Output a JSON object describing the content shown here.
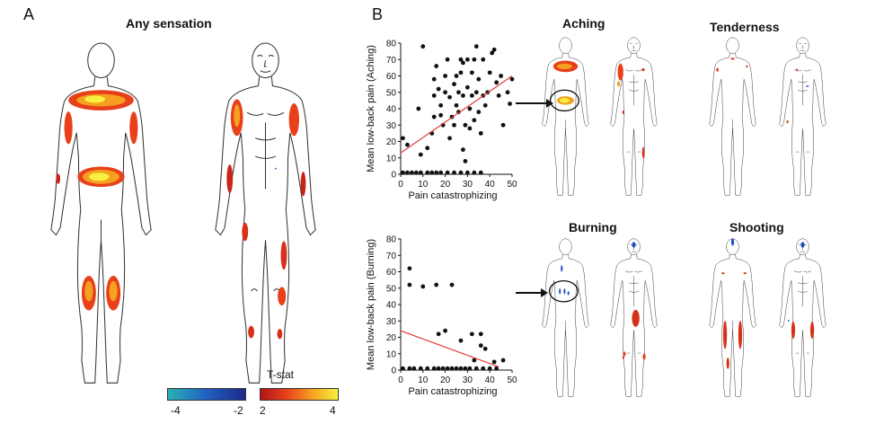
{
  "panel_a": {
    "letter": "A",
    "title": "Any sensation",
    "colorbar": {
      "title": "T-stat",
      "labels": [
        "-4",
        "-2",
        "2",
        "4"
      ],
      "neg_colors": [
        "#2ab0b5",
        "#2060c0",
        "#1d2a8a"
      ],
      "pos_colors": [
        "#b01515",
        "#e8401a",
        "#f5a020",
        "#f8f040"
      ]
    }
  },
  "panel_b": {
    "letter": "B",
    "maps": [
      {
        "title": "Aching"
      },
      {
        "title": "Tenderness"
      },
      {
        "title": "Burning"
      },
      {
        "title": "Shooting"
      }
    ]
  },
  "chart_data": [
    {
      "type": "scatter",
      "xlabel": "Pain catastrophizing",
      "ylabel": "Mean low-back pain (Aching)",
      "xlim": [
        0,
        50
      ],
      "ylim": [
        0,
        80
      ],
      "xticks": [
        0,
        10,
        20,
        30,
        40,
        50
      ],
      "yticks": [
        0,
        10,
        20,
        30,
        40,
        50,
        60,
        70,
        80
      ],
      "points": [
        [
          1,
          22
        ],
        [
          3,
          18
        ],
        [
          1,
          1
        ],
        [
          3,
          1
        ],
        [
          5,
          1
        ],
        [
          7,
          1
        ],
        [
          9,
          1
        ],
        [
          12,
          1
        ],
        [
          14,
          1
        ],
        [
          16,
          1
        ],
        [
          18,
          1
        ],
        [
          21,
          1
        ],
        [
          24,
          1
        ],
        [
          27,
          1
        ],
        [
          30,
          1
        ],
        [
          33,
          1
        ],
        [
          36,
          1
        ],
        [
          10,
          78
        ],
        [
          8,
          40
        ],
        [
          9,
          12
        ],
        [
          12,
          16
        ],
        [
          14,
          25
        ],
        [
          15,
          35
        ],
        [
          15,
          48
        ],
        [
          15,
          58
        ],
        [
          16,
          66
        ],
        [
          17,
          52
        ],
        [
          18,
          42
        ],
        [
          18,
          36
        ],
        [
          19,
          30
        ],
        [
          20,
          50
        ],
        [
          20,
          60
        ],
        [
          21,
          70
        ],
        [
          22,
          47
        ],
        [
          22,
          22
        ],
        [
          23,
          35
        ],
        [
          24,
          30
        ],
        [
          24,
          55
        ],
        [
          25,
          60
        ],
        [
          25,
          42
        ],
        [
          26,
          50
        ],
        [
          26,
          38
        ],
        [
          27,
          70
        ],
        [
          27,
          62
        ],
        [
          28,
          68
        ],
        [
          28,
          48
        ],
        [
          28,
          15
        ],
        [
          29,
          30
        ],
        [
          29,
          8
        ],
        [
          30,
          53
        ],
        [
          30,
          70
        ],
        [
          31,
          40
        ],
        [
          31,
          28
        ],
        [
          32,
          48
        ],
        [
          32,
          62
        ],
        [
          33,
          70
        ],
        [
          33,
          33
        ],
        [
          34,
          78
        ],
        [
          34,
          50
        ],
        [
          35,
          38
        ],
        [
          35,
          58
        ],
        [
          36,
          25
        ],
        [
          37,
          70
        ],
        [
          37,
          48
        ],
        [
          38,
          42
        ],
        [
          39,
          50
        ],
        [
          40,
          62
        ],
        [
          41,
          74
        ],
        [
          42,
          76
        ],
        [
          43,
          56
        ],
        [
          44,
          48
        ],
        [
          45,
          60
        ],
        [
          46,
          30
        ],
        [
          48,
          50
        ],
        [
          49,
          43
        ],
        [
          50,
          58
        ]
      ],
      "fit": [
        [
          0,
          13
        ],
        [
          50,
          60
        ]
      ]
    },
    {
      "type": "scatter",
      "xlabel": "Pain catastrophizing",
      "ylabel": "Mean low-back pain (Burning)",
      "xlim": [
        0,
        50
      ],
      "ylim": [
        0,
        80
      ],
      "xticks": [
        0,
        10,
        20,
        30,
        40,
        50
      ],
      "yticks": [
        0,
        10,
        20,
        30,
        40,
        50,
        60,
        70,
        80
      ],
      "points": [
        [
          4,
          62
        ],
        [
          4,
          52
        ],
        [
          10,
          51
        ],
        [
          16,
          52
        ],
        [
          23,
          52
        ],
        [
          17,
          22
        ],
        [
          20,
          24
        ],
        [
          27,
          18
        ],
        [
          32,
          22
        ],
        [
          33,
          6
        ],
        [
          36,
          22
        ],
        [
          36,
          15
        ],
        [
          38,
          13
        ],
        [
          42,
          5
        ],
        [
          46,
          6
        ],
        [
          1,
          1
        ],
        [
          4,
          1
        ],
        [
          6,
          1
        ],
        [
          9,
          1
        ],
        [
          12,
          1
        ],
        [
          15,
          1
        ],
        [
          17,
          1
        ],
        [
          19,
          1
        ],
        [
          21,
          1
        ],
        [
          23,
          1
        ],
        [
          25,
          1
        ],
        [
          27,
          1
        ],
        [
          29,
          1
        ],
        [
          31,
          1
        ],
        [
          34,
          1
        ],
        [
          37,
          1
        ],
        [
          40,
          1
        ],
        [
          43,
          1
        ]
      ],
      "fit": [
        [
          0,
          24
        ],
        [
          44,
          2
        ]
      ]
    }
  ]
}
